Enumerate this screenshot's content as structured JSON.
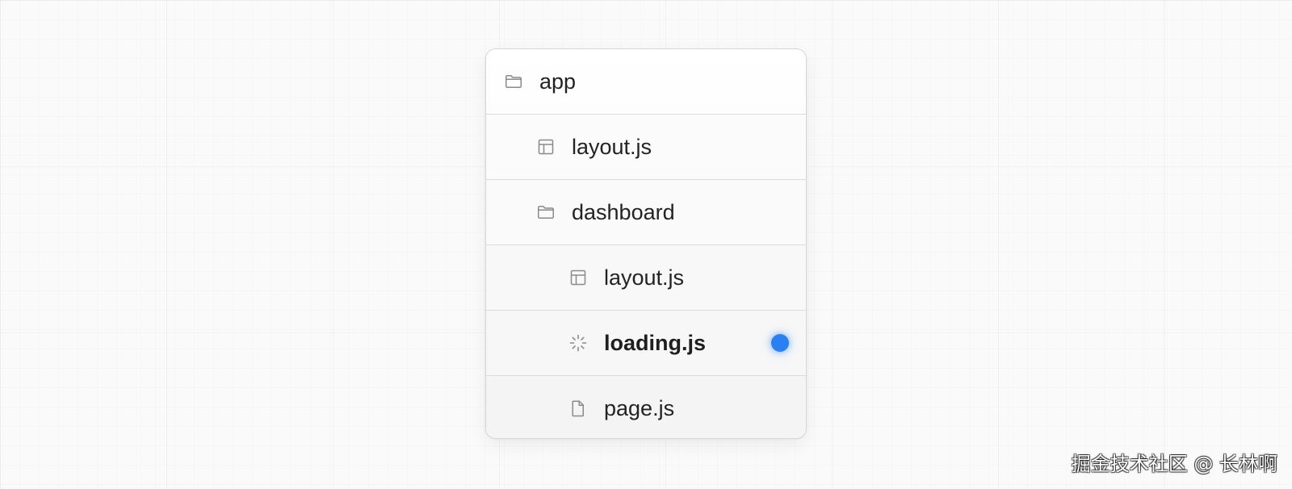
{
  "tree": {
    "items": [
      {
        "label": "app",
        "icon": "folder-icon",
        "level": 0
      },
      {
        "label": "layout.js",
        "icon": "layout-icon",
        "level": 1
      },
      {
        "label": "dashboard",
        "icon": "folder-icon",
        "level": 1
      },
      {
        "label": "layout.js",
        "icon": "layout-icon",
        "level": 2
      },
      {
        "label": "loading.js",
        "icon": "loading-icon",
        "level": 2,
        "highlighted": true
      },
      {
        "label": "page.js",
        "icon": "file-icon",
        "level": 2
      }
    ],
    "indicator_color": "#2a7ff3"
  },
  "watermark": {
    "text": "掘金技术社区 @ 长林啊"
  }
}
